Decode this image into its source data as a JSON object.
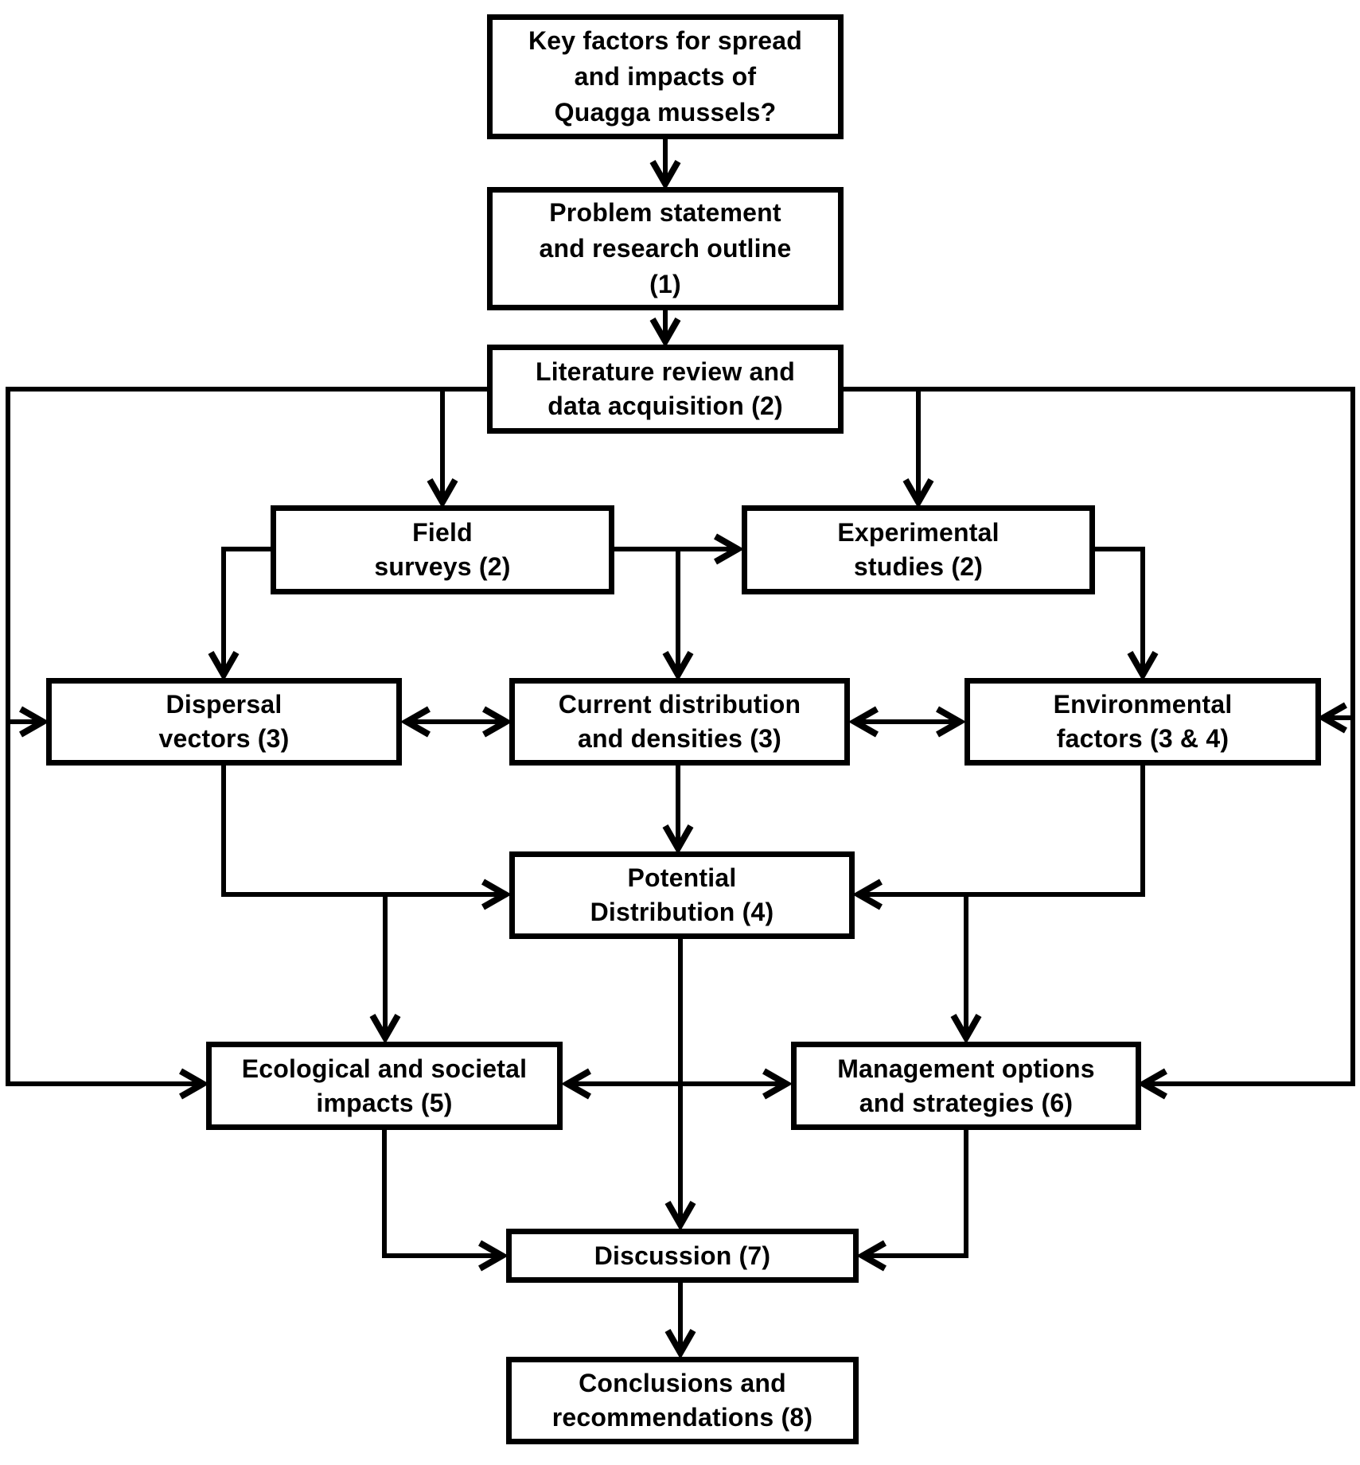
{
  "diagram": {
    "title": "Quagga mussel research outline flowchart",
    "colors": {
      "line": "#000000",
      "box_border": "#000000",
      "box_background": "#ffffff",
      "text": "#000000",
      "page_background": "#ffffff"
    },
    "nodes": {
      "key_question": {
        "label": "Key factors for spread\nand impacts of\nQuagga mussels?"
      },
      "problem": {
        "label": "Problem statement\nand research outline\n(1)"
      },
      "literature": {
        "label": "Literature review and\ndata acquisition (2)"
      },
      "field": {
        "label": "Field\nsurveys (2)"
      },
      "experimental": {
        "label": "Experimental\nstudies (2)"
      },
      "dispersal": {
        "label": "Dispersal\nvectors (3)"
      },
      "current": {
        "label": "Current distribution\nand densities (3)"
      },
      "environmental": {
        "label": "Environmental\nfactors (3 & 4)"
      },
      "potential": {
        "label": "Potential\nDistribution (4)"
      },
      "ecological": {
        "label": "Ecological and societal\nimpacts (5)"
      },
      "management": {
        "label": "Management options\nand strategies (6)"
      },
      "discussion": {
        "label": "Discussion (7)"
      },
      "conclusions": {
        "label": "Conclusions and\nrecommendations (8)"
      }
    },
    "edges": [
      {
        "from": "key_question",
        "to": "problem",
        "type": "arrow"
      },
      {
        "from": "problem",
        "to": "literature",
        "type": "arrow"
      },
      {
        "from": "literature",
        "to": "field",
        "type": "arrow"
      },
      {
        "from": "literature",
        "to": "experimental",
        "type": "arrow"
      },
      {
        "from": "literature",
        "to": "dispersal",
        "type": "arrow"
      },
      {
        "from": "literature",
        "to": "environmental",
        "type": "arrow"
      },
      {
        "from": "literature",
        "to": "ecological",
        "type": "arrow"
      },
      {
        "from": "literature",
        "to": "management",
        "type": "arrow"
      },
      {
        "from": "field",
        "to": "experimental",
        "type": "arrow"
      },
      {
        "from": "field",
        "to": "dispersal",
        "type": "arrow"
      },
      {
        "from": "field",
        "to": "current",
        "type": "arrow"
      },
      {
        "from": "experimental",
        "to": "environmental",
        "type": "arrow"
      },
      {
        "from": "dispersal",
        "to": "current",
        "type": "double-arrow"
      },
      {
        "from": "current",
        "to": "environmental",
        "type": "double-arrow"
      },
      {
        "from": "current",
        "to": "potential",
        "type": "arrow"
      },
      {
        "from": "dispersal",
        "to": "potential",
        "type": "arrow"
      },
      {
        "from": "dispersal",
        "to": "ecological",
        "type": "arrow"
      },
      {
        "from": "environmental",
        "to": "potential",
        "type": "arrow"
      },
      {
        "from": "environmental",
        "to": "management",
        "type": "arrow"
      },
      {
        "from": "potential",
        "to": "discussion",
        "type": "arrow"
      },
      {
        "from": "ecological",
        "to": "management",
        "type": "double-arrow"
      },
      {
        "from": "ecological",
        "to": "discussion",
        "type": "arrow"
      },
      {
        "from": "management",
        "to": "discussion",
        "type": "arrow"
      },
      {
        "from": "discussion",
        "to": "conclusions",
        "type": "arrow"
      }
    ]
  }
}
